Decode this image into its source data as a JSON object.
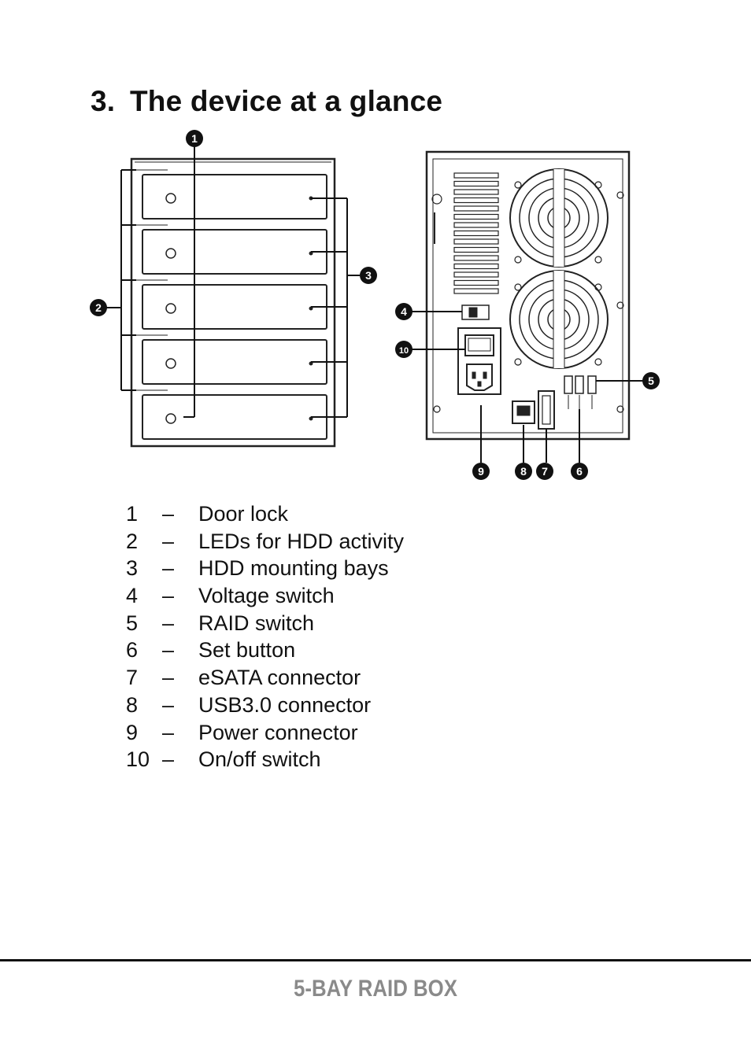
{
  "heading": {
    "number": "3.",
    "title": "The device at a glance"
  },
  "figure": {
    "callouts": [
      "1",
      "2",
      "3",
      "4",
      "5",
      "6",
      "7",
      "8",
      "9",
      "10"
    ]
  },
  "legend": [
    {
      "n": "1",
      "dash": "–",
      "label": "Door lock"
    },
    {
      "n": "2",
      "dash": "–",
      "label": "LEDs for HDD activity"
    },
    {
      "n": "3",
      "dash": "–",
      "label": "HDD mounting bays"
    },
    {
      "n": "4",
      "dash": "–",
      "label": "Voltage switch"
    },
    {
      "n": "5",
      "dash": "–",
      "label": "RAID switch"
    },
    {
      "n": "6",
      "dash": "–",
      "label": "Set button"
    },
    {
      "n": "7",
      "dash": "–",
      "label": "eSATA connector"
    },
    {
      "n": "8",
      "dash": "–",
      "label": "USB3.0 connector"
    },
    {
      "n": "9",
      "dash": "–",
      "label": "Power connector"
    },
    {
      "n": "10",
      "dash": "–",
      "label": "On/off switch"
    }
  ],
  "footer": {
    "text": "5-BAY RAID BOX"
  }
}
